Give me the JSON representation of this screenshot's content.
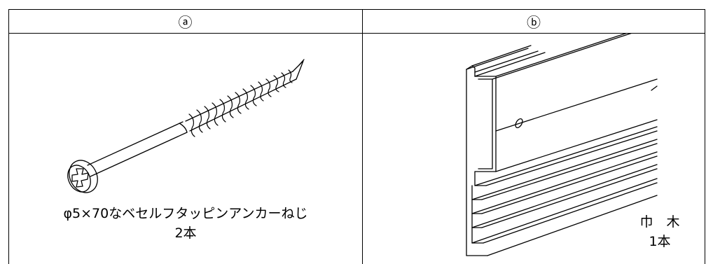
{
  "headers": {
    "a": "ⓐ",
    "b": "ⓑ"
  },
  "parts": [
    {
      "icon": "screw-icon",
      "name": "φ5×70なベセルフタッピンアンカーねじ",
      "qty": "2本"
    },
    {
      "icon": "baseboard-profile-icon",
      "name": "巾　木",
      "qty": "1本"
    }
  ]
}
